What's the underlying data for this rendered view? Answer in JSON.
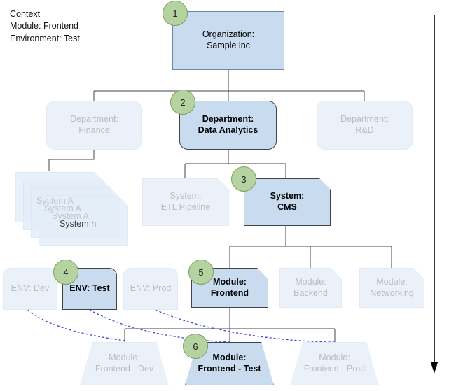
{
  "context": {
    "title": "Context",
    "lines": [
      "Module: Frontend",
      "Environment: Test"
    ]
  },
  "colors": {
    "active_fill": "#c9dcef",
    "faded_fill": "#eaf1f9",
    "active_border": "#3f4449",
    "faded_border": "#e2eaf3",
    "faded_text": "#b9bdc2",
    "badge_fill": "#b4d3a0",
    "badge_border": "#7ba05f",
    "dashed_link": "#3b46d6",
    "arrow": "#000000"
  },
  "nodes": {
    "organization": {
      "line1": "Organization:",
      "line2": "Sample inc",
      "badge": "1",
      "state": "active"
    },
    "departments": [
      {
        "line1": "Department:",
        "line2": "Finance",
        "badge": null,
        "state": "faded"
      },
      {
        "line1": "Department:",
        "line2": "Data Analytics",
        "badge": "2",
        "state": "active"
      },
      {
        "line1": "Department:",
        "line2": "R&D",
        "badge": null,
        "state": "faded"
      }
    ],
    "system_stack": {
      "labels": [
        "System A",
        "System A",
        "System A",
        "System n"
      ],
      "state": "faded"
    },
    "systems": [
      {
        "line1": "System:",
        "line2": "ETL Pipeline",
        "badge": null,
        "state": "faded"
      },
      {
        "line1": "System:",
        "line2": "CMS",
        "badge": "3",
        "state": "active"
      }
    ],
    "environments": [
      {
        "line1": "ENV: Dev",
        "line2": "",
        "badge": null,
        "state": "faded"
      },
      {
        "line1": "ENV: Test",
        "line2": "",
        "badge": "4",
        "state": "active"
      },
      {
        "line1": "ENV: Prod",
        "line2": "",
        "badge": null,
        "state": "faded"
      }
    ],
    "modules": [
      {
        "line1": "Module:",
        "line2": "Frontend",
        "badge": "5",
        "state": "active"
      },
      {
        "line1": "Module:",
        "line2": "Backend",
        "badge": null,
        "state": "faded"
      },
      {
        "line1": "Module:",
        "line2": "Networking",
        "badge": null,
        "state": "faded"
      }
    ],
    "module_instances": [
      {
        "line1": "Module:",
        "line2": "Frontend - Dev",
        "badge": null,
        "state": "faded"
      },
      {
        "line1": "Module:",
        "line2": "Frontend - Test",
        "badge": "6",
        "state": "active"
      },
      {
        "line1": "Module:",
        "line2": "Frontend - Prod",
        "badge": null,
        "state": "faded"
      }
    ]
  }
}
